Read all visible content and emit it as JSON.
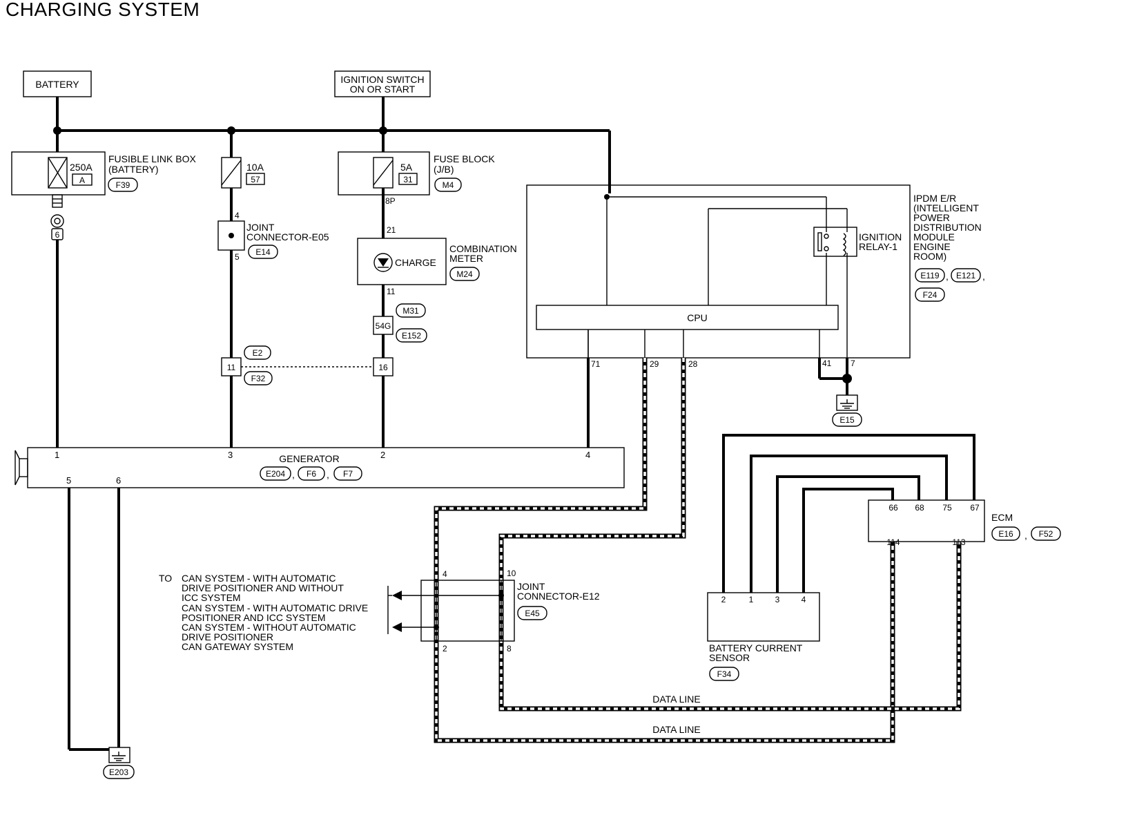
{
  "title": "CHARGING SYSTEM",
  "sources": {
    "battery": "BATTERY",
    "ignition_line1": "IGNITION SWITCH",
    "ignition_line2": "ON OR START"
  },
  "fusible_link": {
    "rating": "250A",
    "letter": "A",
    "name_line1": "FUSIBLE LINK BOX",
    "name_line2": "(BATTERY)",
    "connector": "F39",
    "pin": "6"
  },
  "fuse_10a": {
    "rating": "10A",
    "number": "57"
  },
  "fuse_block": {
    "rating": "5A",
    "number": "31",
    "name_line1": "FUSE BLOCK",
    "name_line2": "(J/B)",
    "connector": "M4",
    "terminal": "8P"
  },
  "joint_e05": {
    "line1": "JOINT",
    "line2": "CONNECTOR-E05",
    "connector": "E14",
    "pin_top": "4",
    "pin_bottom": "5"
  },
  "combination_meter": {
    "indicator": "CHARGE",
    "line1": "COMBINATION",
    "line2": "METER",
    "connector": "M24",
    "pin_top": "21",
    "pin_bottom": "11"
  },
  "splice_54g": {
    "label": "54G",
    "conn_top": "M31",
    "conn_bottom": "E152"
  },
  "inline_connector": {
    "top": "E2",
    "bottom": "F32",
    "pin_left": "11",
    "pin_right": "16"
  },
  "ipdm": {
    "line1": "IPDM E/R",
    "line2": "(INTELLIGENT",
    "line3": "POWER",
    "line4": "DISTRIBUTION",
    "line5": "MODULE",
    "line6": "ENGINE",
    "line7": "ROOM)",
    "conn1": "E119",
    "conn2": "E121",
    "conn3": "F24",
    "sep": ",",
    "sep2": ",",
    "cpu": "CPU",
    "relay_line1": "IGNITION",
    "relay_line2": "RELAY-1",
    "pins": [
      "71",
      "29",
      "28",
      "41",
      "7"
    ]
  },
  "ground_e15": "E15",
  "generator": {
    "name": "GENERATOR",
    "conn1": "E204",
    "conn2": "F6",
    "conn3": "F7",
    "sep": ",",
    "sep2": ",",
    "pins_top": [
      "1",
      "3",
      "2",
      "4"
    ],
    "pins_bottom": [
      "5",
      "6"
    ]
  },
  "ground_e203": "E203",
  "can_note": {
    "to": "TO",
    "lines": [
      "CAN SYSTEM - WITH AUTOMATIC",
      "DRIVE POSITIONER AND WITHOUT",
      "ICC SYSTEM",
      "CAN SYSTEM - WITH AUTOMATIC DRIVE",
      "POSITIONER AND ICC SYSTEM",
      "CAN SYSTEM - WITHOUT AUTOMATIC",
      "DRIVE POSITIONER",
      "CAN GATEWAY SYSTEM"
    ]
  },
  "joint_e12": {
    "line1": "JOINT",
    "line2": "CONNECTOR-E12",
    "connector": "E45",
    "pins": [
      "4",
      "10",
      "2",
      "8"
    ]
  },
  "ecm": {
    "name": "ECM",
    "conn1": "E16",
    "conn2": "F52",
    "sep": ",",
    "pins_top": [
      "66",
      "68",
      "75",
      "67"
    ],
    "pins_bottom": [
      "114",
      "113"
    ]
  },
  "battery_sensor": {
    "line1": "BATTERY CURRENT",
    "line2": "SENSOR",
    "connector": "F34",
    "pins": [
      "2",
      "1",
      "3",
      "4"
    ]
  },
  "data_line_upper": "DATA LINE",
  "data_line_lower": "DATA LINE"
}
